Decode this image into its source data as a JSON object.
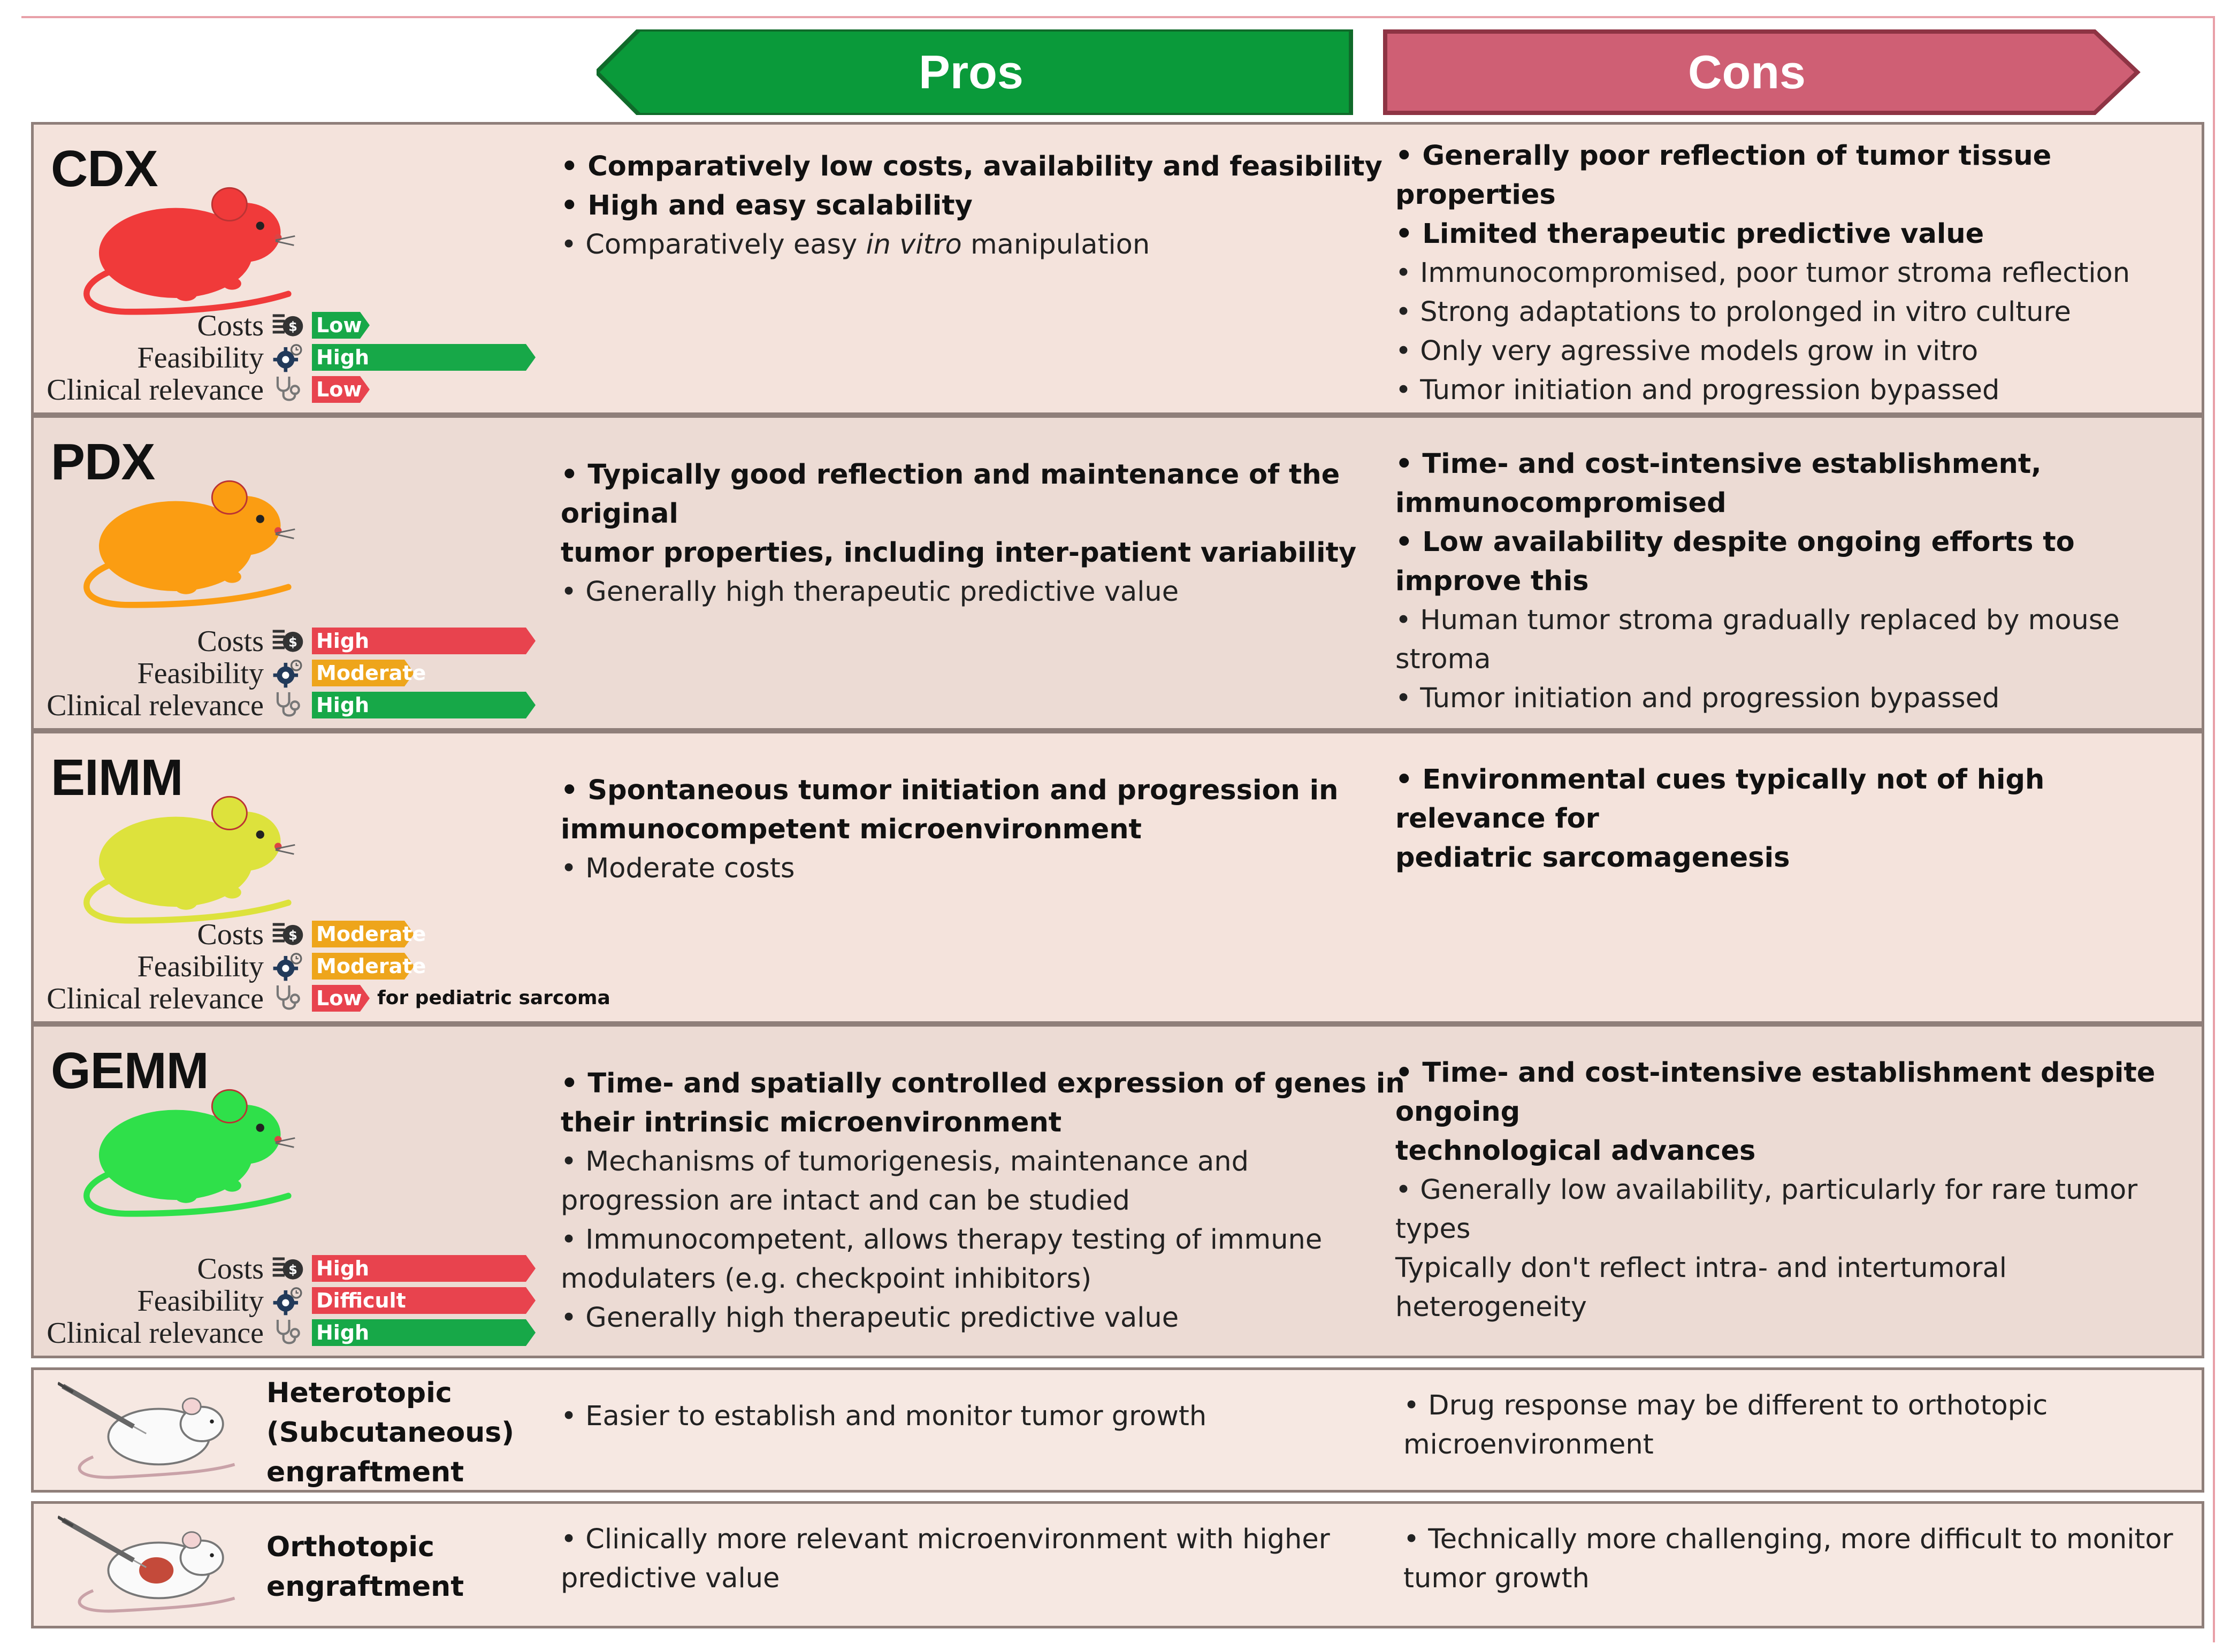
{
  "header": {
    "pros_label": "Pros",
    "cons_label": "Cons",
    "pros_color": "#0a9a3a",
    "cons_color": "#cf5f74"
  },
  "metric_labels": {
    "costs": "Costs",
    "feasibility": "Feasibility",
    "clinical": "Clinical relevance"
  },
  "level_colors": {
    "Low": "#e8434e",
    "High": "#17a848",
    "Moderate": "#eea51b",
    "Difficult": "#e8434e"
  },
  "models": [
    {
      "name": "CDX",
      "mouse_color": "#f03a3a",
      "costs": {
        "label": "Low",
        "color": "#17a848",
        "level": 0.25
      },
      "feasibility": {
        "label": "High",
        "color": "#17a848",
        "level": 1.0
      },
      "clinical": {
        "label": "Low",
        "color": "#e8434e",
        "level": 0.25
      },
      "pros": [
        {
          "bold": true,
          "text": "• Comparatively low costs, availability and feasibility"
        },
        {
          "bold": true,
          "text": "• High and easy scalability"
        },
        {
          "bold": false,
          "text": "• Comparatively easy ",
          "italic": "in vitro",
          "after": " manipulation"
        }
      ],
      "cons": [
        {
          "bold": true,
          "text": "• Generally poor reflection of tumor tissue properties"
        },
        {
          "bold": true,
          "text": "• Limited therapeutic predictive value"
        },
        {
          "bold": false,
          "text": "• Immunocompromised, poor tumor stroma reflection"
        },
        {
          "bold": false,
          "text": "• Strong adaptations to prolonged in vitro culture"
        },
        {
          "bold": false,
          "text": "• Only very agressive models grow in vitro"
        },
        {
          "bold": false,
          "text": "• Tumor initiation and progression bypassed"
        }
      ]
    },
    {
      "name": "PDX",
      "mouse_color": "#fb9d12",
      "costs": {
        "label": "High",
        "color": "#e8434e",
        "level": 1.0
      },
      "feasibility": {
        "label": "Moderate",
        "color": "#eea51b",
        "level": 0.45
      },
      "clinical": {
        "label": "High",
        "color": "#17a848",
        "level": 1.0
      },
      "pros": [
        {
          "bold": true,
          "text": "• Typically good reflection and maintenance of the original"
        },
        {
          "bold": true,
          "text": "tumor properties, including inter-patient variability"
        },
        {
          "bold": false,
          "text": "• Generally high therapeutic predictive value"
        }
      ],
      "cons": [
        {
          "bold": true,
          "text": "• Time- and cost-intensive establishment,"
        },
        {
          "bold": true,
          "text": "immunocompromised"
        },
        {
          "bold": true,
          "text": "• Low availability despite ongoing efforts to improve this"
        },
        {
          "bold": false,
          "text": "• Human tumor stroma gradually replaced by mouse stroma"
        },
        {
          "bold": false,
          "text": "• Tumor initiation and progression bypassed"
        }
      ]
    },
    {
      "name": "EIMM",
      "mouse_color": "#dde23c",
      "costs": {
        "label": "Moderate",
        "color": "#eea51b",
        "level": 0.45
      },
      "feasibility": {
        "label": "Moderate",
        "color": "#eea51b",
        "level": 0.45
      },
      "clinical": {
        "label": "Low",
        "color": "#e8434e",
        "level": 0.25
      },
      "clinical_note": "for pediatric sarcoma",
      "pros": [
        {
          "bold": true,
          "text": "• Spontaneous tumor initiation and progression in"
        },
        {
          "bold": true,
          "text": "immunocompetent microenvironment"
        },
        {
          "bold": false,
          "text": "• Moderate costs"
        }
      ],
      "cons": [
        {
          "bold": true,
          "text": "• Environmental cues typically not of high relevance for"
        },
        {
          "bold": true,
          "text": "pediatric sarcomagenesis"
        }
      ]
    },
    {
      "name": "GEMM",
      "mouse_color": "#2fe04a",
      "costs": {
        "label": "High",
        "color": "#e8434e",
        "level": 1.0
      },
      "feasibility": {
        "label": "Difficult",
        "color": "#e8434e",
        "level": 1.0
      },
      "clinical": {
        "label": "High",
        "color": "#17a848",
        "level": 1.0
      },
      "pros": [
        {
          "bold": true,
          "text": "• Time- and spatially controlled expression of genes in"
        },
        {
          "bold": true,
          "text": "their intrinsic microenvironment"
        },
        {
          "bold": false,
          "text": "• Mechanisms of tumorigenesis, maintenance and"
        },
        {
          "bold": false,
          "text": "progression are intact and can be studied"
        },
        {
          "bold": false,
          "text": "• Immunocompetent, allows therapy testing of immune"
        },
        {
          "bold": false,
          "text": "modulaters (e.g. checkpoint inhibitors)"
        },
        {
          "bold": false,
          "text": "• Generally high therapeutic predictive value"
        }
      ],
      "cons": [
        {
          "bold": true,
          "text": "• Time- and cost-intensive establishment despite ongoing"
        },
        {
          "bold": true,
          "text": "technological advances"
        },
        {
          "bold": false,
          "text": "• Generally low availability, particularly for rare tumor types"
        },
        {
          "bold": false,
          "text": "Typically don't reflect intra- and intertumoral heterogeneity"
        }
      ]
    }
  ],
  "engraftments": [
    {
      "title_lines": [
        "Heterotopic",
        "(Subcutaneous)",
        "engraftment"
      ],
      "pros": [
        "• Easier to establish and monitor tumor growth"
      ],
      "cons": [
        "• Drug response may be different to orthotopic",
        "microenvironment"
      ]
    },
    {
      "title_lines": [
        "Orthotopic",
        "engraftment"
      ],
      "pros": [
        "• Clinically more relevant microenvironment with higher",
        "predictive value"
      ],
      "cons": [
        "• Technically more challenging, more difficult to monitor",
        "tumor growth"
      ]
    }
  ]
}
